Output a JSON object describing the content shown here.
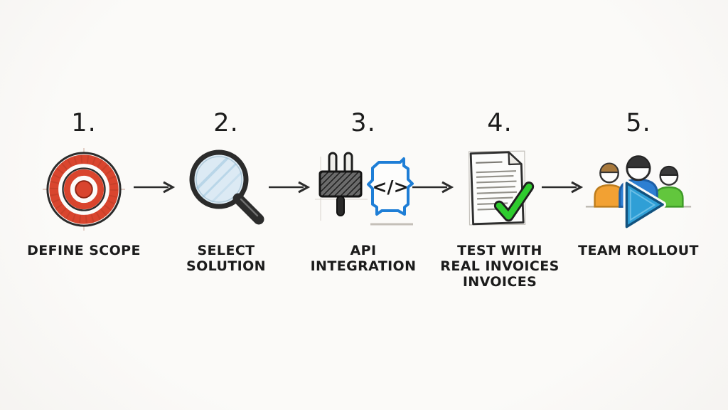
{
  "flow": {
    "steps": [
      {
        "number": "1.",
        "icon": "target-icon",
        "label_lines": [
          "DEFINE SCOPE"
        ]
      },
      {
        "number": "2.",
        "icon": "magnifier-icon",
        "label_lines": [
          "SELECT SOLUTION"
        ]
      },
      {
        "number": "3.",
        "icon": "plug-code-icon",
        "label_lines": [
          "API INTEGRATION"
        ]
      },
      {
        "number": "4.",
        "icon": "document-check-icon",
        "label_lines": [
          "TEST WITH",
          "REAL INVOICES",
          "INVOICES"
        ]
      },
      {
        "number": "5.",
        "icon": "team-play-icon",
        "label_lines": [
          "TEAM ROLLOUT"
        ]
      }
    ]
  },
  "icons": {
    "code_glyph": "</>"
  },
  "colors": {
    "target_red": "#d9452e",
    "target_red_dark": "#8d2413",
    "lens_blue": "#dceaf4",
    "code_blue": "#1e7ed6",
    "check_green": "#2ecc2e",
    "shirt_orange": "#f2a133",
    "shirt_blue": "#2d7fd2",
    "shirt_green": "#62c63d",
    "play_blue": "#2f9fd6",
    "ink": "#2b2b2b"
  }
}
